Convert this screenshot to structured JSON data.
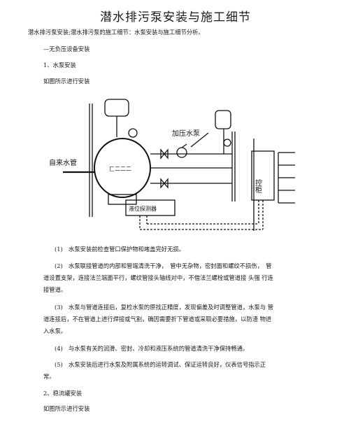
{
  "doc": {
    "title": "潜水排污泵安装与施工细节",
    "intro": "潜水排污泵安装;潜水排污泵的施工细节：水泵安装与施工细节分析。",
    "section1": "—无负压设备安装",
    "item1": "1、水泵安装",
    "as_shown1": "如图所示进行安装",
    "steps": [
      {
        "line1": "(1)　水泵安装前检查管口保护物和堵盖完好无损。"
      },
      {
        "line1": "(2)　水泵联接管道的内部和管端清洗干净，　管中无杂物，密封面和螺纹不损伤，　管",
        "line2": "道设置支架，连接法兰端面平行，螺纹管接头轴线对中，不借法兰螺栓或管道接 头强 行连",
        "line3": "接管道。"
      },
      {
        "line1": "(3)　水泵与管道连接后，复检水泵的原找正精度，发现偏差及时调整管道，水泵与 管",
        "line2": "道连接后，不在管道上进行焊接或气割，确因需要折下管道或采取必要措施，以防渣 物进",
        "line3": "入水泵。"
      },
      {
        "line1": "(4)　与水泵有关的润滑、密封、冷却和液压系统的管道清洗干净保持畅通。"
      },
      {
        "line1": "(5)　水泵安装后进行水泵及附属系统的运转调试、保证运转良好，仪表信号指示正",
        "line2": "常。"
      }
    ],
    "item2": "2、稳流罐安装",
    "as_shown2": "如图所示进行安装"
  },
  "diagram": {
    "label_pump": "加压水泵",
    "label_water": "自来水管",
    "label_control": "控柜",
    "label_tank": "匚二二二",
    "label_detector": "液位探测器"
  }
}
